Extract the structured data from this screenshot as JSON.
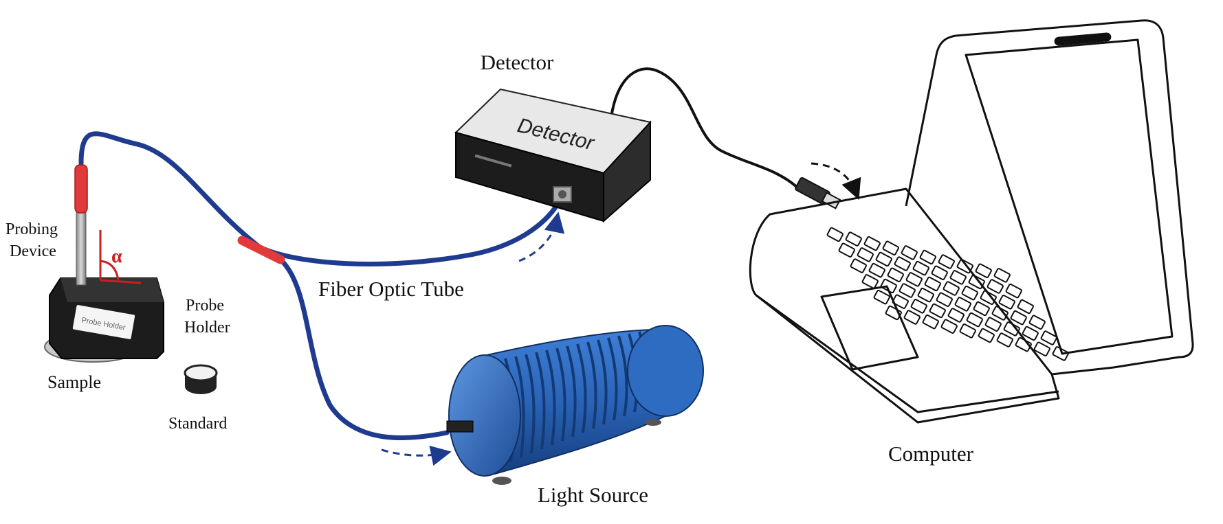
{
  "labels": {
    "detector": "Detector",
    "detector_box": "Detector",
    "probing_device_line1": "Probing",
    "probing_device_line2": "Device",
    "alpha": "α",
    "probe_holder_line1": "Probe",
    "probe_holder_line2": "Holder",
    "probe_holder_tag": "Probe Holder",
    "sample": "Sample",
    "standard": "Standard",
    "fiber_optic_tube": "Fiber Optic Tube",
    "light_source": "Light Source",
    "computer": "Computer"
  },
  "colors": {
    "fiber": "#1f3b8f",
    "connector": "#e03a3a",
    "light_source": "#2a63b8",
    "light_source_dark": "#163f7d",
    "detector_top": "#e8e8e8",
    "detector_body": "#1c1c1c",
    "angle_mark": "#cc1f1f",
    "arrow": "#1f3b8f",
    "outline": "#111111"
  }
}
